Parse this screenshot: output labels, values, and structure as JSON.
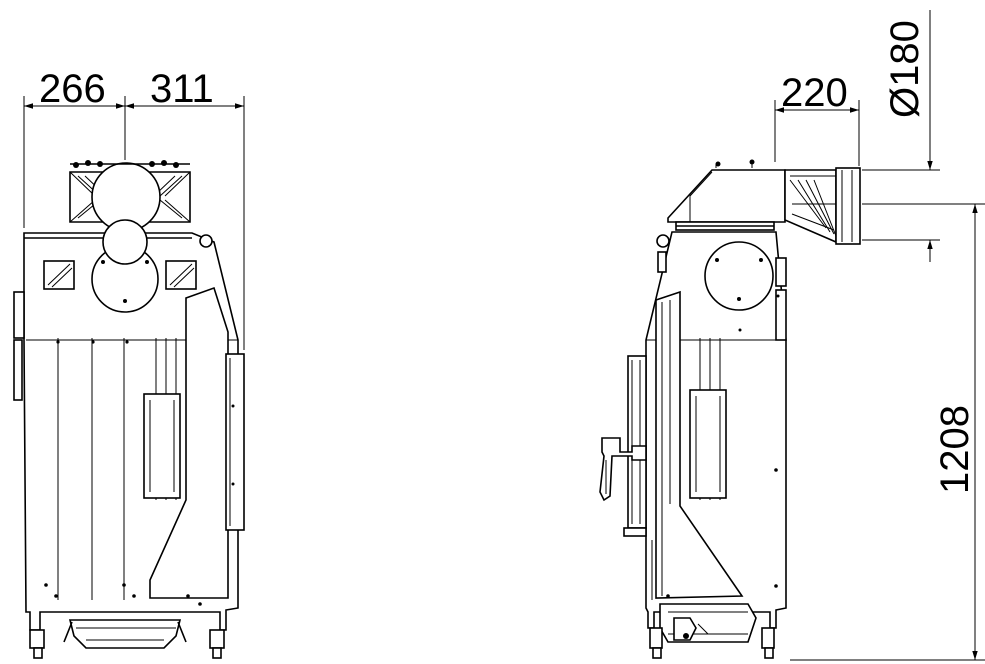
{
  "dimensions": {
    "front_width_left": "266",
    "front_width_right": "311",
    "side_outlet_length": "220",
    "outlet_diameter": "Ø180",
    "total_height": "1208"
  },
  "colors": {
    "line": "#000000",
    "background": "#ffffff"
  }
}
